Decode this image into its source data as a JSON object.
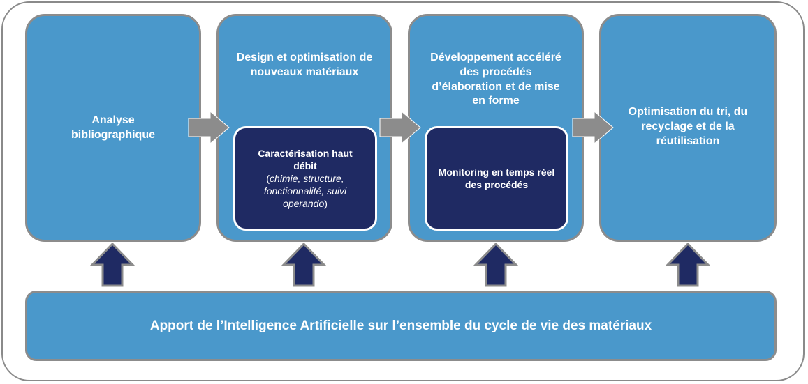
{
  "stages": [
    {
      "title": "Analyse bibliographique"
    },
    {
      "title": "Design et optimisation de nouveaux matériaux",
      "inner": {
        "title": "Caractérisation haut débit",
        "detail_open": "(",
        "detail_italic": "chimie, structure, fonctionnalité, suivi operando",
        "detail_close": ")"
      }
    },
    {
      "title": "Développement accéléré des procédés d’élaboration et de mise en forme",
      "inner": {
        "title": "Monitoring en temps réel des procédés"
      }
    },
    {
      "title": "Optimisation du tri, du recyclage et de la réutilisation"
    }
  ],
  "bottom_bar": {
    "label": "Apport de l’Intelligence Artificielle sur l’ensemble du cycle de vie des matériaux"
  },
  "colors": {
    "stage_fill": "#4a98cb",
    "inner_fill": "#1f2a63",
    "arrow_gray": "#8c8c8c",
    "arrow_navy": "#1f2a63"
  }
}
